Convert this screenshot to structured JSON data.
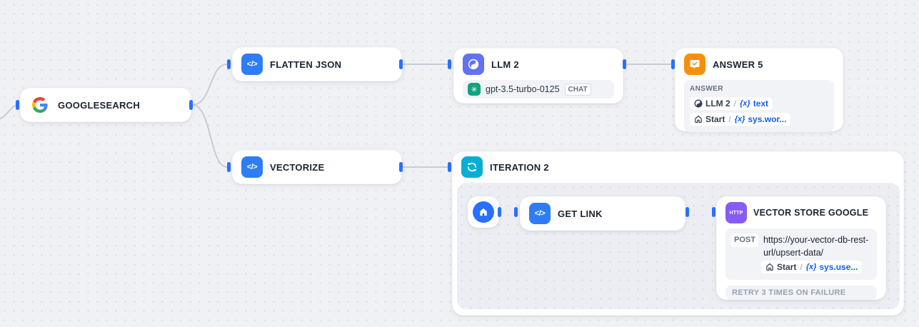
{
  "ui": {
    "sep": "/",
    "var_prefix": "{x}"
  },
  "icons": {
    "code_glyph": "</>",
    "http_label": "HTTP",
    "openai_glyph": "✳"
  },
  "colors": {
    "handle_blue": "#2970ff",
    "code_blue": "#2e7cf6",
    "llm_indigo": "#6172f3",
    "answer_orange": "#f79009",
    "iteration_cyan": "#06aed4",
    "http_violet": "#875bf7",
    "variable_blue": "#155eef",
    "openai_green": "#10a37f"
  },
  "nodes": {
    "googlesearch": {
      "title": "GOOGLESEARCH"
    },
    "flatten_json": {
      "title": "FLATTEN JSON"
    },
    "llm2": {
      "title": "LLM 2",
      "model": "gpt-3.5-turbo-0125",
      "mode_badge": "CHAT"
    },
    "answer5": {
      "title": "ANSWER 5",
      "section_label": "ANSWER",
      "vars": [
        {
          "source": "LLM 2",
          "var": "text"
        },
        {
          "source": "Start",
          "var": "sys.wor..."
        }
      ]
    },
    "vectorize": {
      "title": "VECTORIZE"
    },
    "iteration2": {
      "title": "ITERATION 2"
    },
    "get_link": {
      "title": "GET LINK"
    },
    "vector_store_google": {
      "title": "VECTOR STORE GOOGLE",
      "method": "POST",
      "url": "https://your-vector-db-rest-url/upsert-data/",
      "var": {
        "source": "Start",
        "var": "sys.use..."
      },
      "retry_label": "RETRY 3 TIMES ON FAILURE"
    }
  }
}
